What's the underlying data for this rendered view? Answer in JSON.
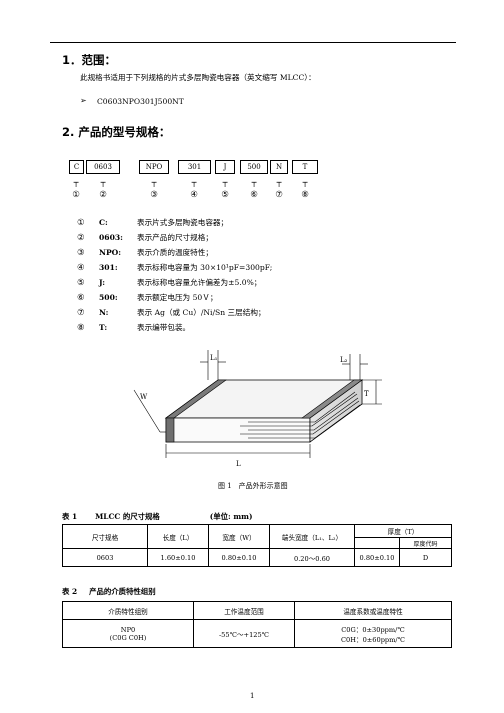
{
  "section1": {
    "title": "1．范围：",
    "desc": "此规格书适用于下列规格的片式多层陶瓷电容器（英文缩写 MLCC）：",
    "bullet_icon": "arrow-bullet",
    "bullet_glyph": "➢",
    "bullet_text": "C0603NPO301J500NT"
  },
  "section2": {
    "title": "2. 产品的型号规格：",
    "code_parts": [
      "C",
      "0603",
      "NPO",
      "301",
      "J",
      "500",
      "N",
      "T"
    ],
    "tick": "┬",
    "circled": [
      "①",
      "②",
      "③",
      "④",
      "⑤",
      "⑥",
      "⑦",
      "⑧"
    ],
    "legend": [
      {
        "num": "①",
        "code": "C:",
        "desc": "表示片式多层陶瓷电容器；"
      },
      {
        "num": "②",
        "code": "0603:",
        "desc": "表示产品的尺寸规格；"
      },
      {
        "num": "③",
        "code": "NPO:",
        "desc": "表示介质的温度特性；"
      },
      {
        "num": "④",
        "code": "301:",
        "desc": "表示标称电容量为 30×10¹pF=300pF;"
      },
      {
        "num": "⑤",
        "code": "J:",
        "desc": "表示标称电容量允许偏差为±5.0%；"
      },
      {
        "num": "⑥",
        "code": "500:",
        "desc": "表示额定电压为 50Ｖ；"
      },
      {
        "num": "⑦",
        "code": "N:",
        "desc": "表示 Ag（或 Cu）/Ni/Sn 三层结构；"
      },
      {
        "num": "⑧",
        "code": "T:",
        "desc": "表示编带包装。"
      }
    ]
  },
  "figure": {
    "labels": {
      "L1": "L₁",
      "L2": "L₂",
      "W": "W",
      "T": "T",
      "L": "L"
    },
    "caption": "图 1　产品外形示意图"
  },
  "table1": {
    "caption_num": "表 1",
    "caption_title": "MLCC 的尺寸规格",
    "caption_unit": "(单位: mm)",
    "headers": [
      "尺寸规格",
      "长度（L）",
      "宽度（W）",
      "端头宽度（L₁、L₂）",
      "厚度（T）"
    ],
    "sub_header": "厚度代码",
    "row": [
      "0603",
      "1.60±0.10",
      "0.80±0.10",
      "0.20～0.60",
      "0.80±0.10",
      "D"
    ]
  },
  "table2": {
    "caption_num": "表 2",
    "caption_title": "产品的介质特性组别",
    "headers": [
      "介质特性组别",
      "工作温度范围",
      "温度系数或温度特性"
    ],
    "group": [
      "NP0",
      "(C0G C0H)"
    ],
    "range": "-55℃～+125℃",
    "coef": [
      "C0G：0±30ppm/℃",
      "C0H：0±60ppm/℃"
    ]
  },
  "page_number": "1"
}
